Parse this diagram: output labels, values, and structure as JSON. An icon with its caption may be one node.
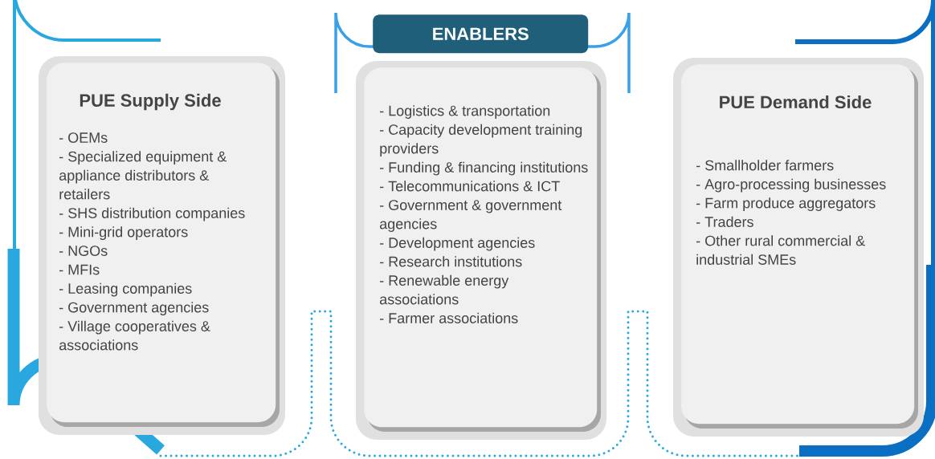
{
  "diagram": {
    "nodes": [
      {
        "text": [
          "PUE Supply Side",
          "- OEMs",
          "- Specialized equipment & appliance distributors & retailers",
          "- SHS distribution companies",
          "- Mini-grid operators",
          "- NGOs",
          "- MFIs",
          "- Leasing companies",
          "- Government agencies",
          "- Village cooperatives & associations"
        ]
      },
      {
        "text": [
          "ENABLERS"
        ]
      },
      {
        "text": [
          "- Logistics & transportation",
          "- Capacity development training providers",
          "- Funding & financing institutions",
          "- Telecommunications & ICT",
          "- Government & government agencies",
          "- Development agencies",
          "- Research institutions",
          "- Renewable energy associations",
          "- Farmer associations"
        ]
      },
      {
        "text": [
          "PUE Demand Side",
          "- Smallholder farmers",
          "- Agro-processing businesses",
          "- Farm produce aggregators",
          "- Traders",
          "- Other rural commercial & industrial SMEs"
        ]
      }
    ]
  }
}
